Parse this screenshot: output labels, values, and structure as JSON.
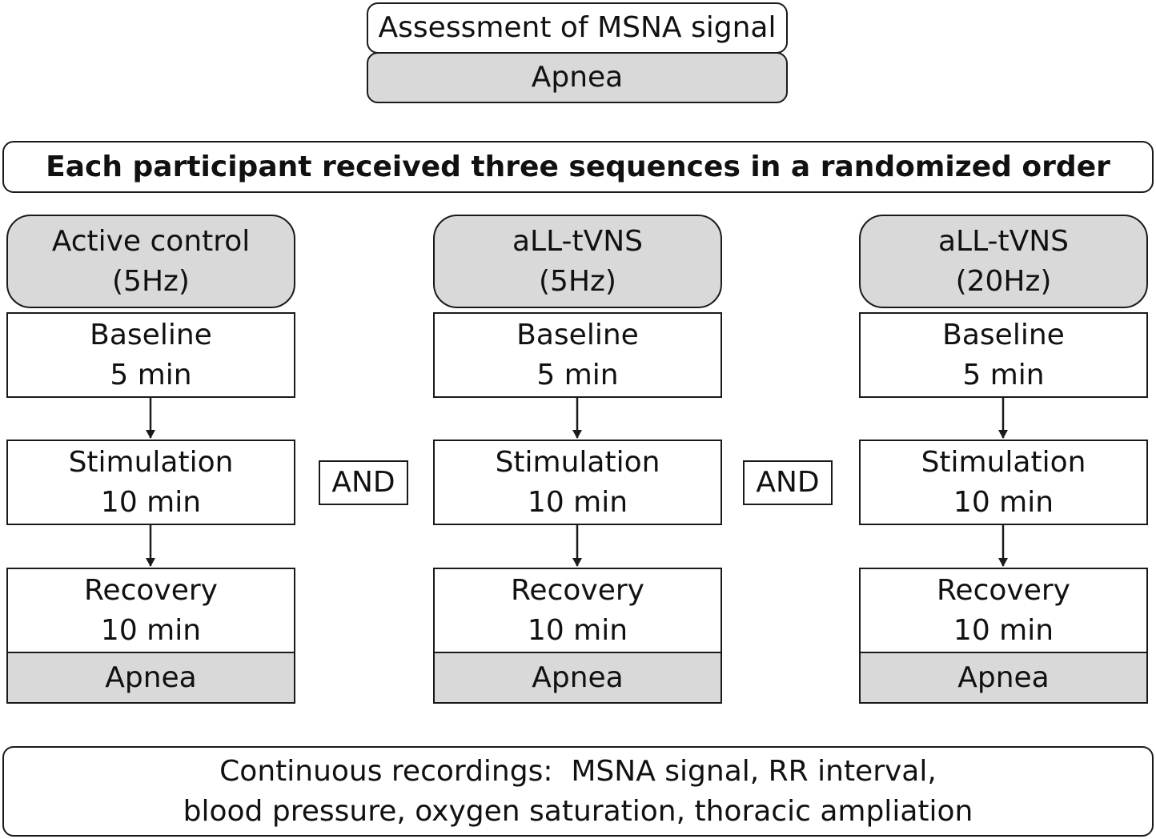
{
  "top": {
    "assessment_label": "Assessment of MSNA signal",
    "apnea_label": "Apnea"
  },
  "banner": {
    "title": "Each participant received three sequences in a randomized order"
  },
  "connector_label": "AND",
  "sequences": [
    {
      "header_line1": "Active control",
      "header_line2": "(5Hz)",
      "baseline": "Baseline",
      "baseline_duration": "5 min",
      "stimulation": "Stimulation",
      "stimulation_duration": "10 min",
      "recovery": "Recovery",
      "recovery_duration": "10 min",
      "apnea": "Apnea"
    },
    {
      "header_line1": "aLL-tVNS",
      "header_line2": "(5Hz)",
      "baseline": "Baseline",
      "baseline_duration": "5 min",
      "stimulation": "Stimulation",
      "stimulation_duration": "10 min",
      "recovery": "Recovery",
      "recovery_duration": "10 min",
      "apnea": "Apnea"
    },
    {
      "header_line1": "aLL-tVNS",
      "header_line2": "(20Hz)",
      "baseline": "Baseline",
      "baseline_duration": "5 min",
      "stimulation": "Stimulation",
      "stimulation_duration": "10 min",
      "recovery": "Recovery",
      "recovery_duration": "10 min",
      "apnea": "Apnea"
    }
  ],
  "footer": {
    "line1": "Continuous recordings:  MSNA signal, RR interval,",
    "line2": "blood pressure, oxygen saturation, thoracic ampliation"
  },
  "colors": {
    "gray_fill": "#d9d9d9",
    "border": "#1a1a1a"
  }
}
